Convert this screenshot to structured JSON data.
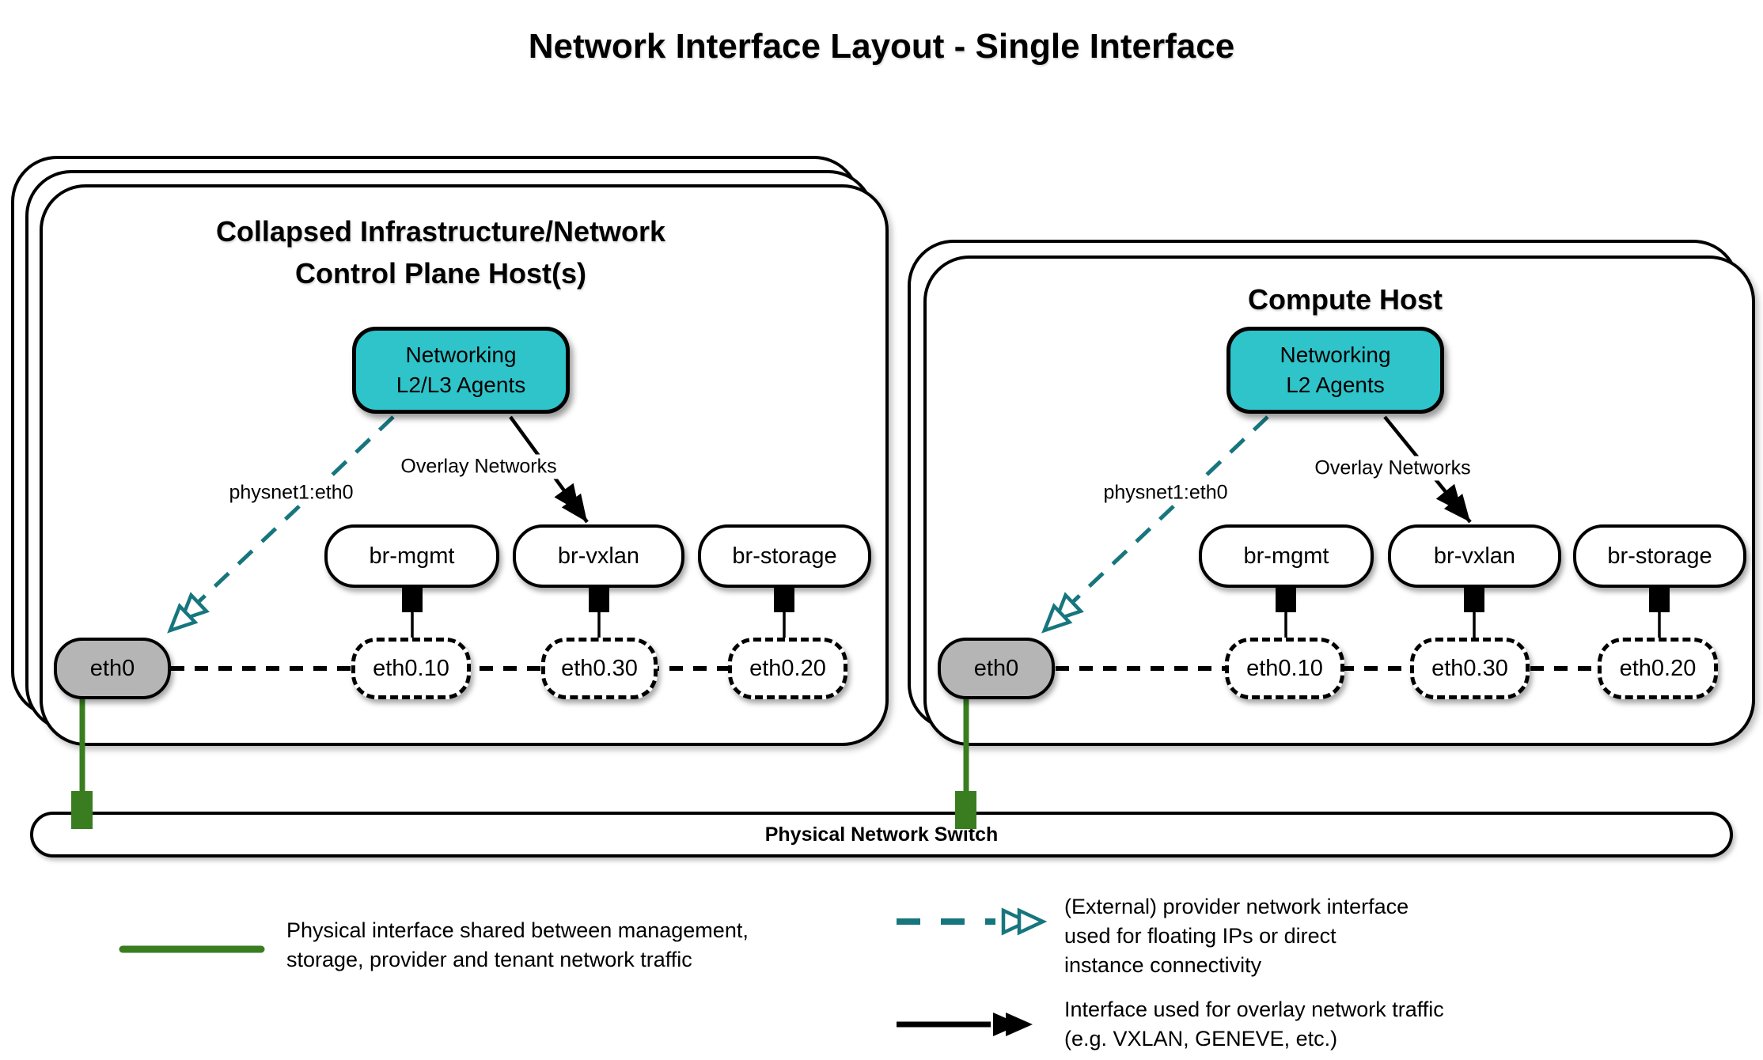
{
  "title": "Network Interface Layout - Single Interface",
  "hosts": [
    {
      "title": [
        "Collapsed Infrastructure/Network",
        "Control Plane Host(s)"
      ],
      "agents": [
        "Networking",
        "L2/L3 Agents"
      ],
      "provider_arrow_label": "physnet1:eth0",
      "overlay_arrow_label": "Overlay Networks",
      "bridges": [
        "br-mgmt",
        "br-vxlan",
        "br-storage"
      ],
      "physical_interface": "eth0",
      "vlan_interfaces": [
        "eth0.10",
        "eth0.30",
        "eth0.20"
      ]
    },
    {
      "title": [
        "Compute Host"
      ],
      "agents": [
        "Networking",
        "L2 Agents"
      ],
      "provider_arrow_label": "physnet1:eth0",
      "overlay_arrow_label": "Overlay Networks",
      "bridges": [
        "br-mgmt",
        "br-vxlan",
        "br-storage"
      ],
      "physical_interface": "eth0",
      "vlan_interfaces": [
        "eth0.10",
        "eth0.30",
        "eth0.20"
      ]
    }
  ],
  "switch_label": "Physical Network Switch",
  "legend": [
    {
      "symbol": "green-solid-line",
      "lines": [
        "Physical interface shared between management,",
        "storage, provider and tenant network traffic"
      ]
    },
    {
      "symbol": "teal-dashed-arrow",
      "lines": [
        "(External) provider network interface",
        "used for floating IPs or direct",
        "instance connectivity"
      ]
    },
    {
      "symbol": "black-solid-arrow",
      "lines": [
        "Interface used for overlay network traffic",
        "(e.g. VXLAN, GENEVE, etc.)"
      ]
    }
  ],
  "colors": {
    "agent_fill": "#2ec4ca",
    "provider_line": "#17767d",
    "physical_line": "#3a7d20",
    "interface_fill": "#b5b5b5",
    "line": "#000000"
  }
}
